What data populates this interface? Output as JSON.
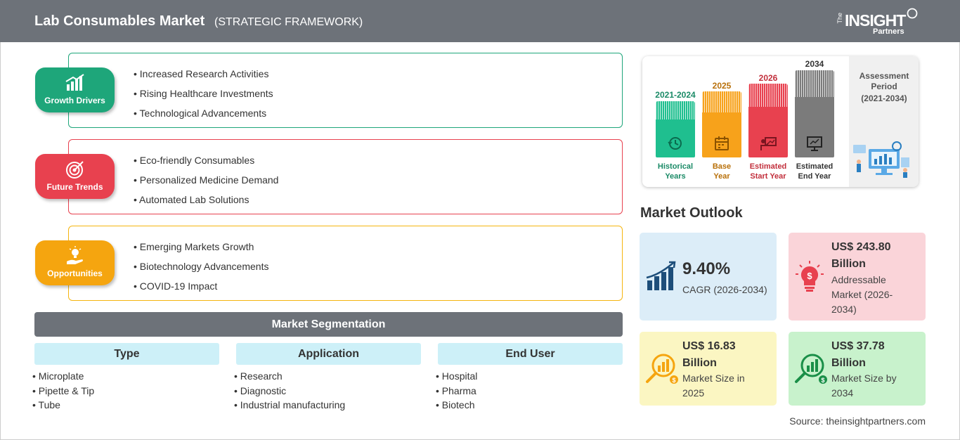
{
  "header": {
    "title": "Lab Consumables Market",
    "subtitle": "(STRATEGIC FRAMEWORK)",
    "logo": {
      "the": "The",
      "insight": "INSIGHT",
      "partners": "Partners"
    }
  },
  "framework": [
    {
      "label": "Growth Drivers",
      "color": "#1ea67a",
      "icon": "growth-chart-icon",
      "items": [
        "Increased Research Activities",
        "Rising Healthcare Investments",
        "Technological Advancements"
      ]
    },
    {
      "label": "Future Trends",
      "color": "#e8414f",
      "icon": "target-icon",
      "items": [
        "Eco-friendly Consumables",
        "Personalized Medicine Demand",
        "Automated Lab Solutions"
      ]
    },
    {
      "label": "Opportunities",
      "color": "#f5a50f",
      "icon": "lightbulb-hand-icon",
      "items": [
        "Emerging Markets Growth",
        "Biotechnology Advancements",
        "COVID-19 Impact"
      ]
    }
  ],
  "segmentation": {
    "title": "Market Segmentation",
    "columns": [
      {
        "header": "Type",
        "items": [
          "Microplate",
          "Pipette & Tip",
          "Tube"
        ]
      },
      {
        "header": "Application",
        "items": [
          "Research",
          "Diagnostic",
          "Industrial manufacturing"
        ]
      },
      {
        "header": "End User",
        "items": [
          "Hospital",
          "Pharma",
          "Biotech"
        ]
      }
    ]
  },
  "timeline": {
    "bars": [
      {
        "year": "2021-2024",
        "label_line1": "Historical",
        "label_line2": "Years",
        "color": "#1fbf8f",
        "year_color": "#1a8a66",
        "icon": "history-icon"
      },
      {
        "year": "2025",
        "label_line1": "Base",
        "label_line2": "Year",
        "color": "#f7a21b",
        "year_color": "#b8700a",
        "icon": "calendar-icon"
      },
      {
        "year": "2026",
        "label_line1": "Estimated",
        "label_line2": "Start Year",
        "color": "#e8414f",
        "year_color": "#c22f3c",
        "icon": "presentation-icon"
      },
      {
        "year": "2034",
        "label_line1": "Estimated",
        "label_line2": "End Year",
        "color": "#7b7b7b",
        "year_color": "#333333",
        "icon": "monitor-chart-icon"
      }
    ],
    "assessment_line1": "Assessment",
    "assessment_line2": "Period",
    "assessment_range": "(2021-2034)"
  },
  "outlook": {
    "title": "Market Outlook",
    "cagr": {
      "value": "9.40%",
      "label": "CAGR (2026-2034)",
      "bg": "#dcedf8",
      "icon": "bar-growth-icon"
    },
    "addressable": {
      "value_line1": "US$ 243.80",
      "value_line2": "Billion",
      "desc_line1": "Addressable",
      "desc_line2": "Market (2026-",
      "desc_line3": "2034)",
      "bg": "#fad4d9",
      "icon": "dollar-bulb-icon"
    },
    "size2025": {
      "value_line1": "US$ 16.83",
      "value_line2": "Billion",
      "desc_line1": "Market Size in",
      "desc_line2": "2025",
      "bg": "#fbf6c2",
      "icon": "coin-chart-icon"
    },
    "size2034": {
      "value_line1": "US$ 37.78",
      "value_line2": "Billion",
      "desc_line1": "Market Size by",
      "desc_line2": "2034",
      "bg": "#c8f2cc",
      "icon": "coin-chart-icon"
    }
  },
  "source": "Source: theinsightpartners.com"
}
